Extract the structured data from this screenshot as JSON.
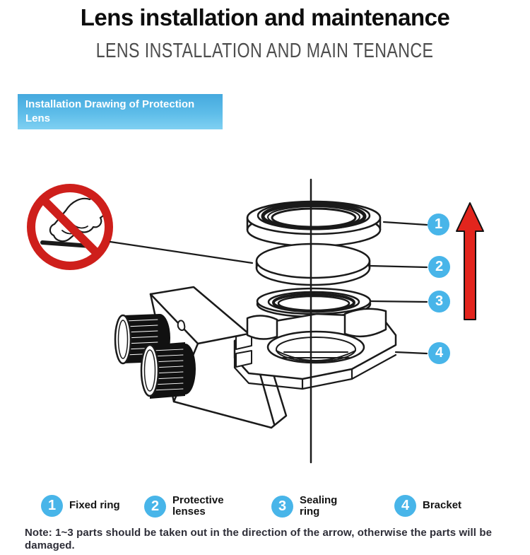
{
  "page": {
    "background": "#ffffff"
  },
  "header": {
    "title": "Lens installation and maintenance",
    "subtitle": "LENS INSTALLATION AND MAIN TENANCE"
  },
  "tag": {
    "label": "Installation Drawing of Protection Lens",
    "bg": "#52b1e2"
  },
  "diagram": {
    "icon": "no-touch-icon",
    "callouts": [
      {
        "number": "1"
      },
      {
        "number": "2"
      },
      {
        "number": "3"
      },
      {
        "number": "4"
      }
    ],
    "colors": {
      "badge_blue": "#48b5e9",
      "arrow_red": "#e2251d",
      "prohibition_red": "#ce1f1b",
      "line_black": "#1a1a1a"
    }
  },
  "legend": {
    "items": [
      {
        "number": "1",
        "label": "Fixed ring"
      },
      {
        "number": "2",
        "label": "Protective lenses"
      },
      {
        "number": "3",
        "label": "Sealing ring"
      },
      {
        "number": "4",
        "label": "Bracket"
      }
    ]
  },
  "note": {
    "text": "Note: 1~3 parts should be taken out in the direction of the arrow, otherwise the parts will be damaged."
  }
}
